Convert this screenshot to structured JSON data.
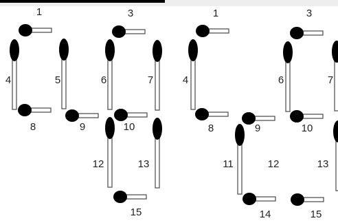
{
  "panels": [
    {
      "id": "left",
      "matches": [
        {
          "label": "1"
        },
        {
          "label": "3"
        },
        {
          "label": "4"
        },
        {
          "label": "5"
        },
        {
          "label": "6"
        },
        {
          "label": "7"
        },
        {
          "label": "8"
        },
        {
          "label": "9"
        },
        {
          "label": "10"
        },
        {
          "label": "12"
        },
        {
          "label": "13"
        },
        {
          "label": "15"
        }
      ]
    },
    {
      "id": "right",
      "matches": [
        {
          "label": "1"
        },
        {
          "label": "3"
        },
        {
          "label": "4"
        },
        {
          "label": "6"
        },
        {
          "label": "7"
        },
        {
          "label": "8"
        },
        {
          "label": "9"
        },
        {
          "label": "10"
        },
        {
          "label": "11"
        },
        {
          "label": "13"
        },
        {
          "label": "14"
        },
        {
          "label": "15"
        }
      ],
      "free_labels": [
        "12"
      ]
    }
  ],
  "colors": {
    "match_head": "#000000",
    "match_stick": "#ffffff",
    "stick_outline": "#555555"
  }
}
